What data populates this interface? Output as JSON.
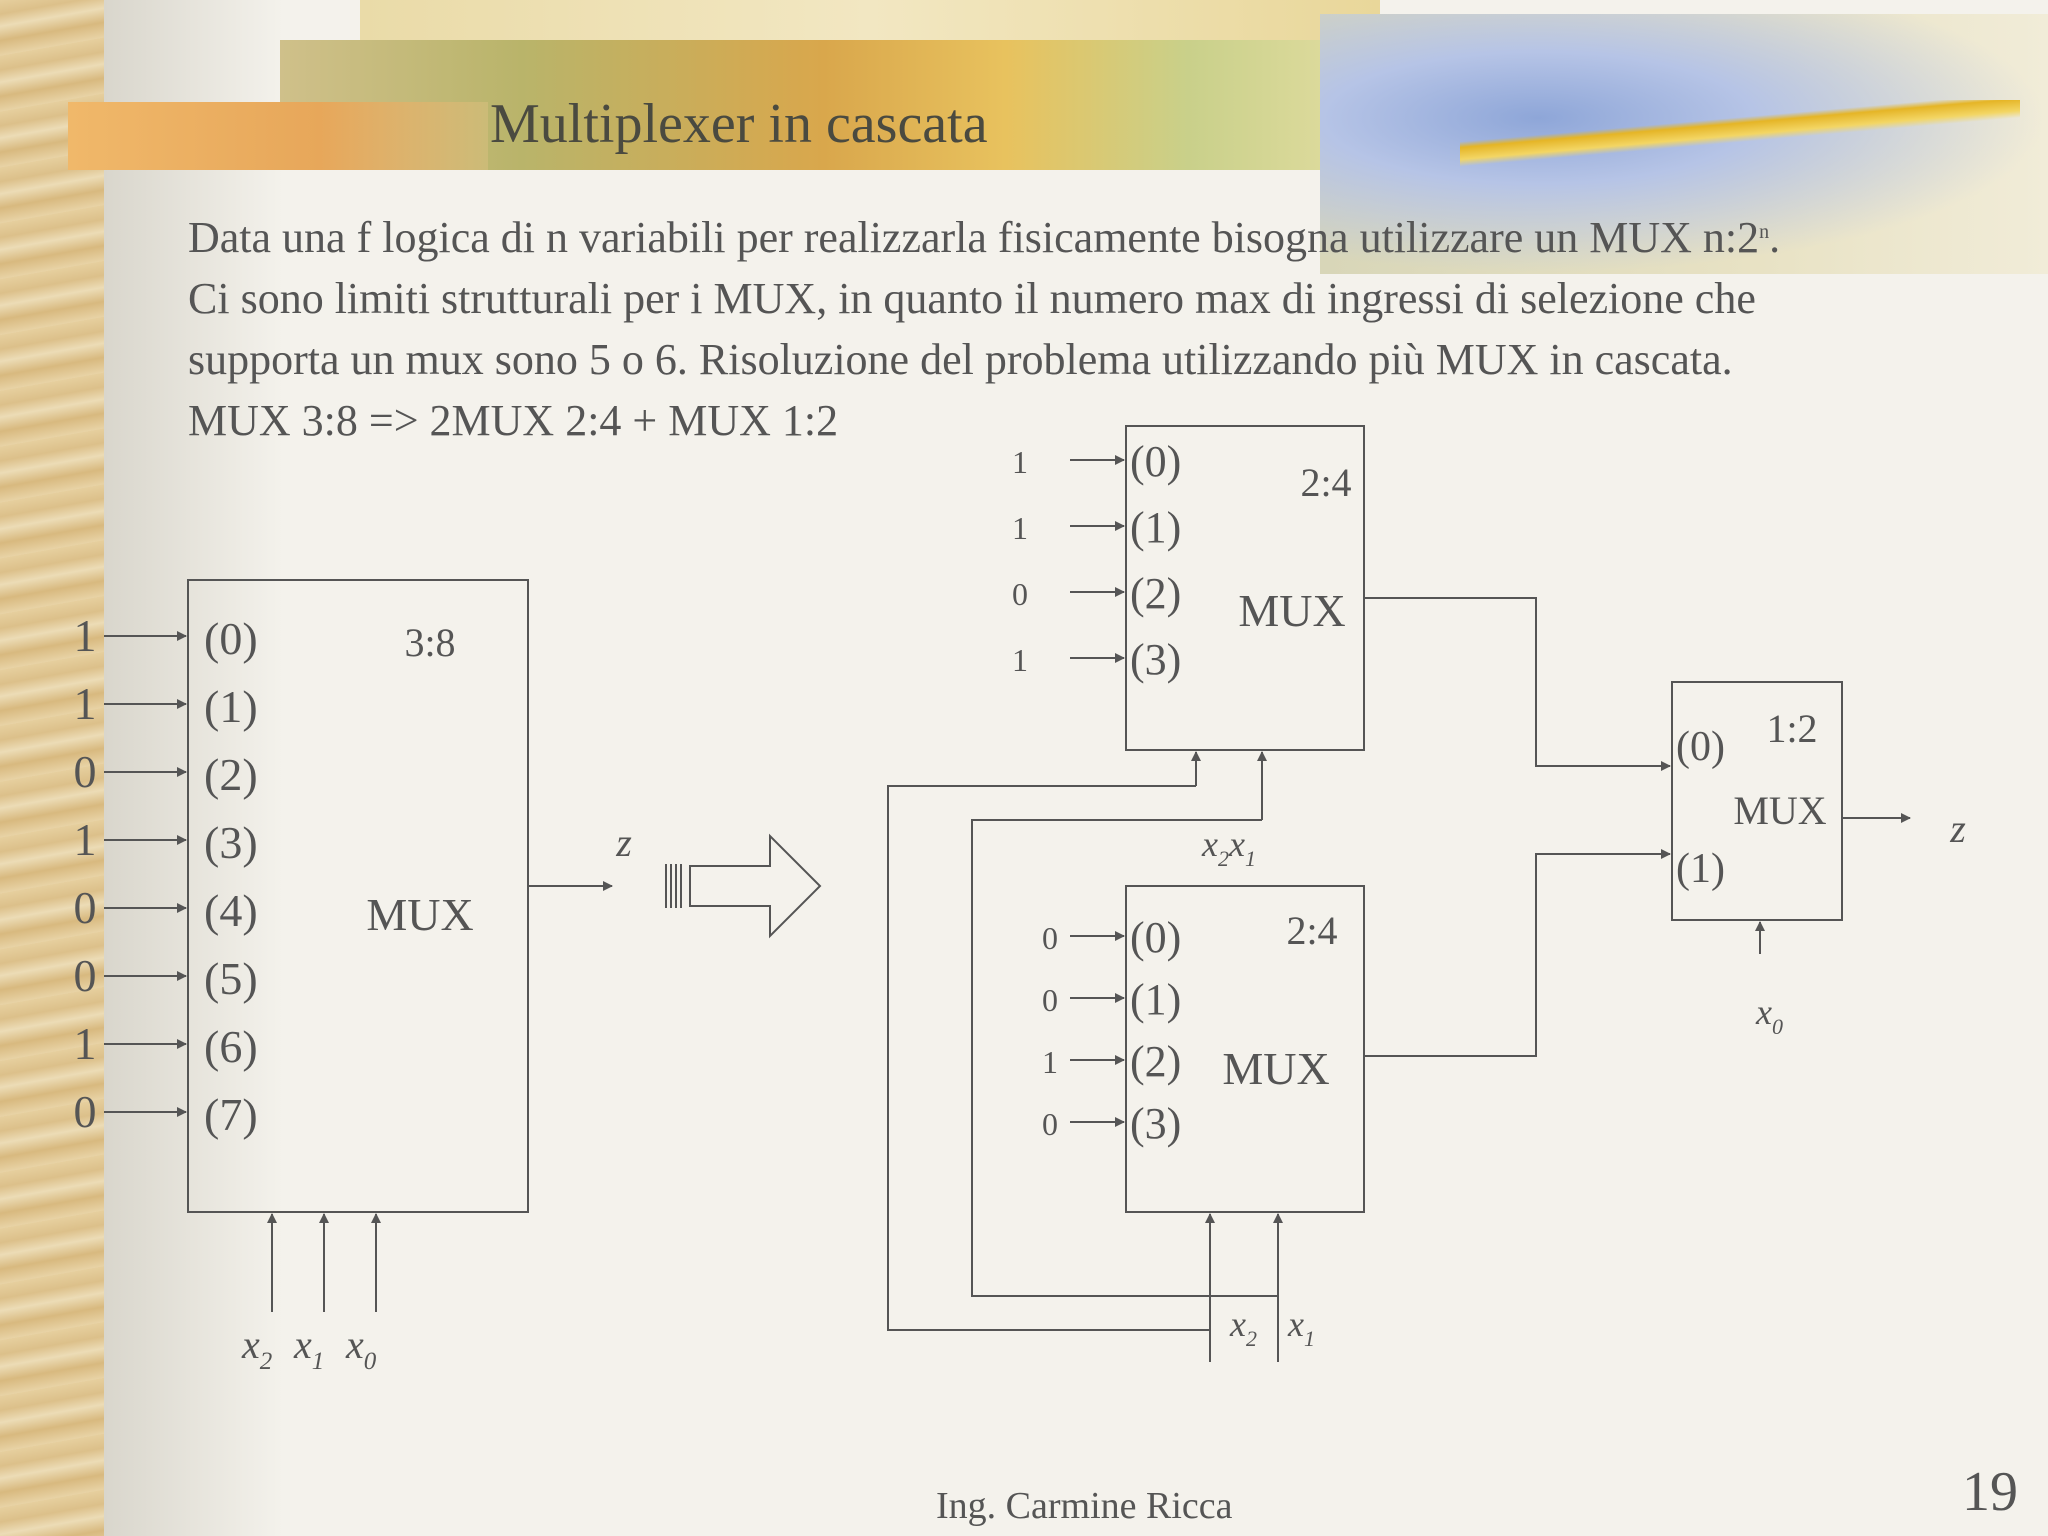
{
  "slide": {
    "title": "Multiplexer in cascata",
    "body_lines": [
      "Data una f logica di n variabili per realizzarla fisicamente bisogna utilizzare un MUX n:2",
      "Ci sono limiti strutturali per i MUX, in quanto il numero max di ingressi di selezione che",
      "supporta un mux sono 5 o 6. Risoluzione del problema utilizzando più MUX in cascata.",
      "MUX 3:8 => 2MUX 2:4 + MUX 1:2"
    ],
    "line1_superscript": "n",
    "line1_end": ".",
    "author": "Ing. Carmine Ricca",
    "page_number": "19"
  },
  "diagram": {
    "mux38": {
      "size_label": "3:8",
      "name": "MUX",
      "inputs": [
        "1",
        "1",
        "0",
        "1",
        "0",
        "0",
        "1",
        "0"
      ],
      "ports": [
        "(0)",
        "(1)",
        "(2)",
        "(3)",
        "(4)",
        "(5)",
        "(6)",
        "(7)"
      ],
      "output": "z",
      "selects": [
        "x2",
        "x1",
        "x0"
      ]
    },
    "mux24_top": {
      "size_label": "2:4",
      "name": "MUX",
      "inputs": [
        "1",
        "1",
        "0",
        "1"
      ],
      "ports": [
        "(0)",
        "(1)",
        "(2)",
        "(3)"
      ],
      "select_label": [
        "x2",
        "x1"
      ]
    },
    "mux24_bottom": {
      "size_label": "2:4",
      "name": "MUX",
      "inputs": [
        "0",
        "0",
        "1",
        "0"
      ],
      "ports": [
        "(0)",
        "(1)",
        "(2)",
        "(3)"
      ],
      "select_label": [
        "x2",
        "x1"
      ]
    },
    "mux12": {
      "size_label": "1:2",
      "name": "MUX",
      "ports": [
        "(0)",
        "(1)"
      ],
      "output": "z",
      "select": "x0"
    }
  }
}
